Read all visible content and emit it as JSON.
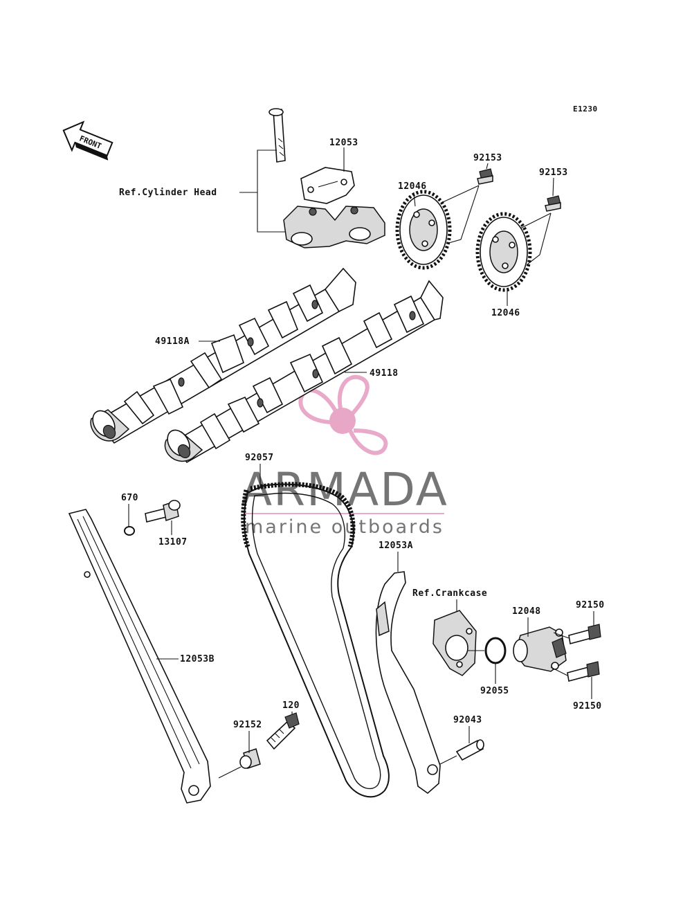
{
  "diagram_code": "E1230",
  "direction_indicator": "FRONT",
  "watermark": {
    "brand": "ARMADA",
    "tagline": "marine outboards",
    "colors": {
      "text": "#6e6e6e",
      "logo": "#e8a6c8",
      "hub": "#e7a3c4"
    }
  },
  "references": {
    "cylinder_head": "Ref.Cylinder Head",
    "crankcase": "Ref.Crankcase"
  },
  "parts": {
    "cap_12053": "12053",
    "sprocket_12046_top": "12046",
    "sprocket_12046_bottom": "12046",
    "bolt_92153_a": "92153",
    "bolt_92153_b": "92153",
    "camshaft_49118A": "49118A",
    "camshaft_49118": "49118",
    "chain_92057": "92057",
    "ring_670": "670",
    "bolt_13107": "13107",
    "guide_12053A": "12053A",
    "guide_12053B": "12053B",
    "tensioner_12048": "12048",
    "bolt_92150_a": "92150",
    "bolt_92150_b": "92150",
    "oring_92055": "92055",
    "pin_92043": "92043",
    "collar_92152": "92152",
    "bolt_120": "120"
  }
}
